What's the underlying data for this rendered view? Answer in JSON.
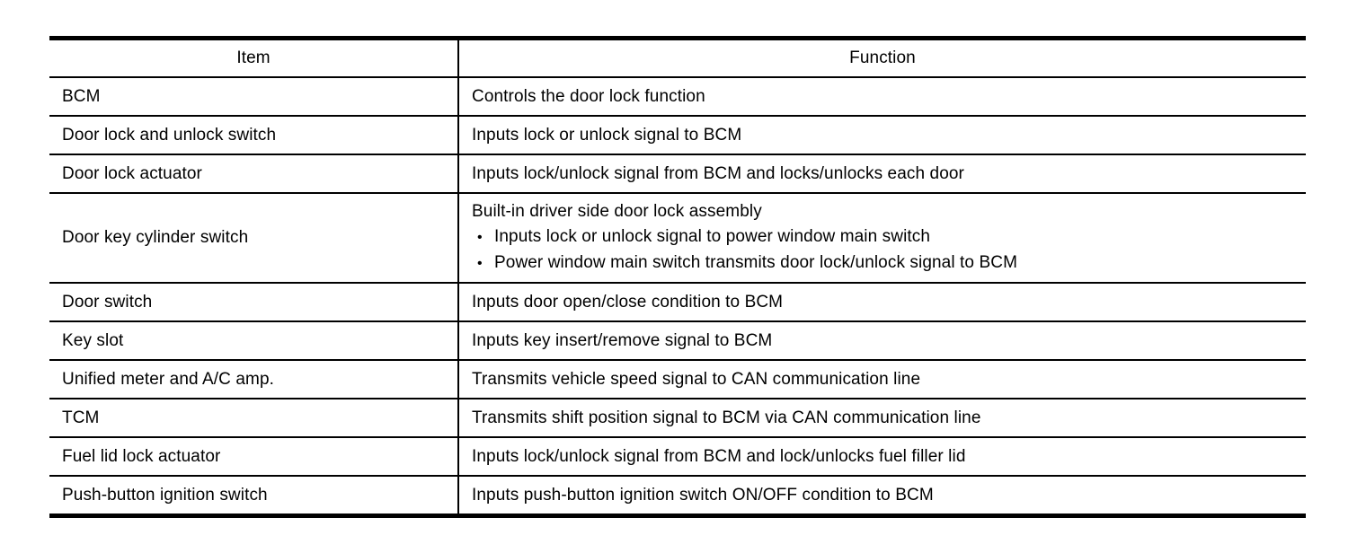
{
  "table": {
    "bullet_char": "•",
    "headers": {
      "item": "Item",
      "function": "Function"
    },
    "rows": [
      {
        "item": "BCM",
        "function": "Controls the door lock function"
      },
      {
        "item": "Door lock and unlock switch",
        "function": "Inputs lock or unlock signal to BCM"
      },
      {
        "item": "Door lock actuator",
        "function": "Inputs lock/unlock signal from BCM and locks/unlocks each door"
      },
      {
        "item": "Door key cylinder switch",
        "function_intro": "Built-in driver side door lock assembly",
        "function_bullets": [
          "Inputs lock or unlock signal to power window main switch",
          "Power window main switch transmits door lock/unlock signal to BCM"
        ]
      },
      {
        "item": "Door switch",
        "function": "Inputs door open/close condition to BCM"
      },
      {
        "item": "Key slot",
        "function": "Inputs key insert/remove signal to BCM"
      },
      {
        "item": "Unified meter and A/C amp.",
        "function": "Transmits vehicle speed signal to CAN communication line"
      },
      {
        "item": "TCM",
        "function": "Transmits shift position signal to BCM via CAN communication line"
      },
      {
        "item": "Fuel lid lock actuator",
        "function": "Inputs lock/unlock signal from BCM and lock/unlocks fuel filler lid"
      },
      {
        "item": "Push-button ignition switch",
        "function": "Inputs push-button ignition switch ON/OFF condition to BCM"
      }
    ]
  }
}
